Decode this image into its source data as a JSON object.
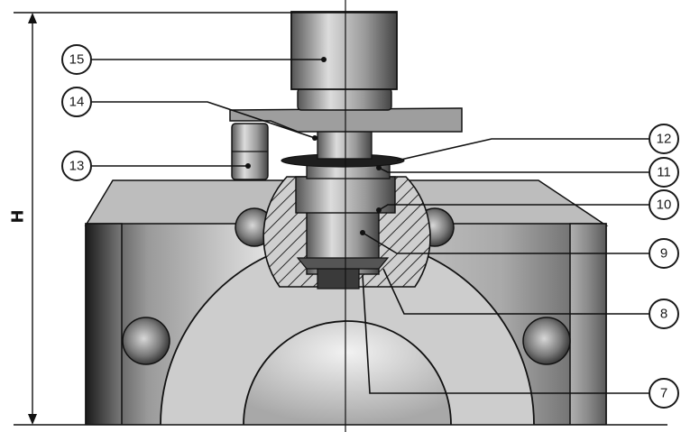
{
  "dimension": {
    "label": "H"
  },
  "callouts": [
    {
      "id": "15",
      "label": "15"
    },
    {
      "id": "14",
      "label": "14"
    },
    {
      "id": "13",
      "label": "13"
    },
    {
      "id": "12",
      "label": "12"
    },
    {
      "id": "11",
      "label": "11"
    },
    {
      "id": "10",
      "label": "10"
    },
    {
      "id": "9",
      "label": "9"
    },
    {
      "id": "8",
      "label": "8"
    },
    {
      "id": "7",
      "label": "7"
    }
  ],
  "colors": {
    "steel_dark": "#3c3c3c",
    "steel_mid": "#8a8a8a",
    "steel_light": "#d9d9d9",
    "outline": "#111111"
  }
}
